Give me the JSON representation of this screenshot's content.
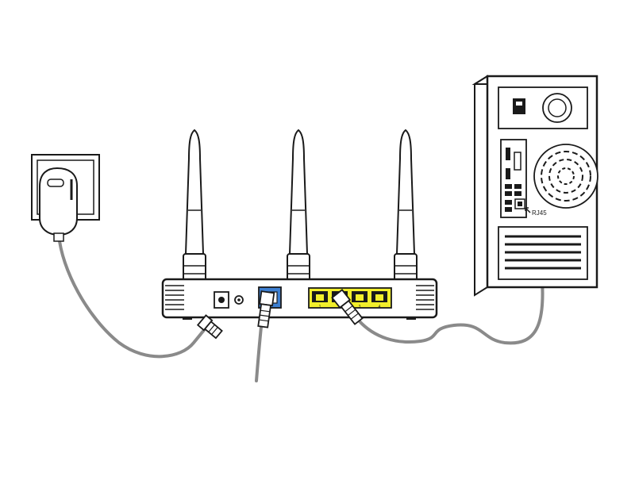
{
  "labels": {
    "computer_port": "RJ45",
    "lan_port_1": "1",
    "lan_port_2": "2",
    "lan_port_3": "3",
    "lan_port_4": "4"
  },
  "colors": {
    "line": "#1a1a1a",
    "cable": "#8a8a8a",
    "wan_port": "#3d7fd1",
    "lan_block": "#f2ef2b",
    "background": "#ffffff"
  }
}
